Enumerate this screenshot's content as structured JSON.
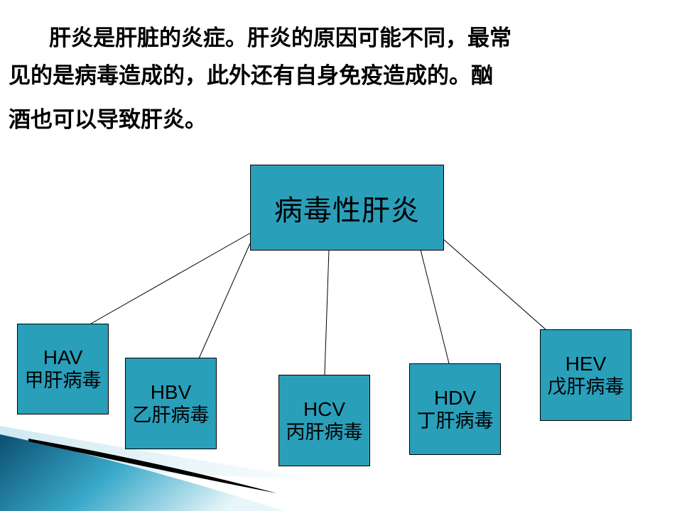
{
  "intro": {
    "line1": "肝炎是肝脏的炎症。肝炎的原因可能不同，最常",
    "line2": "见的是病毒造成的，此外还有自身免疫造成的。酗",
    "line3": "酒也可以导致肝炎。"
  },
  "diagram": {
    "root": "病毒性肝炎",
    "children": [
      {
        "code": "HAV",
        "name": "甲肝病毒"
      },
      {
        "code": "HBV",
        "name": "乙肝病毒"
      },
      {
        "code": "HCV",
        "name": "丙肝病毒"
      },
      {
        "code": "HDV",
        "name": "丁肝病毒"
      },
      {
        "code": "HEV",
        "name": "戊肝病毒"
      }
    ]
  },
  "colors": {
    "box_fill": "#2a9fba",
    "accent_light": "#a9dde9",
    "accent_dark": "#0b4f70"
  }
}
